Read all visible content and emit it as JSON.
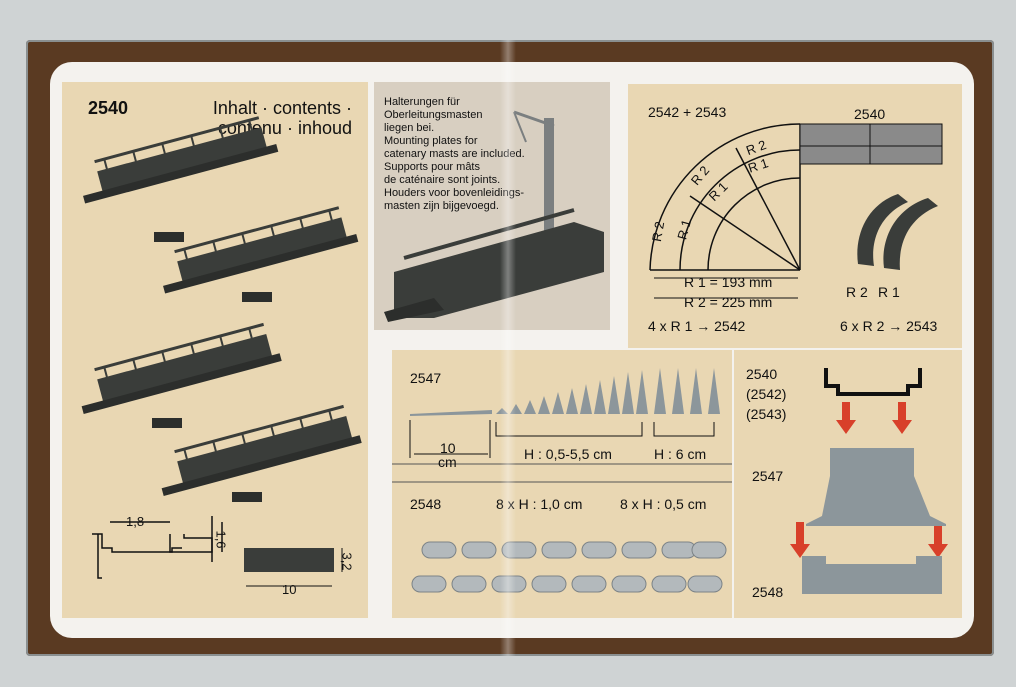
{
  "contents": {
    "code": "2540",
    "line1": "Inhalt · contents ·",
    "line2": "contenu · inhoud"
  },
  "photo_note": [
    "Halterungen für",
    "Oberleitungsmasten",
    "liegen bei.",
    "Mounting plates for",
    "catenary masts are included.",
    "Supports pour mâts",
    "de caténaire sont joints.",
    "Houders voor bovenleidings-",
    "masten zijn bijgevoegd."
  ],
  "profile_dims": {
    "width": "1,8",
    "height": "1,6",
    "length": "10",
    "thickness": "3,2"
  },
  "curve": {
    "heading": "2542 + 2543",
    "straight_code": "2540",
    "r2": "R 2",
    "r1": "R 1",
    "r1_mm": "R 1 = 193 mm",
    "r2_mm": "R 2 = 225 mm",
    "r1_kit": "4 x R 1 → 2542",
    "r2_kit": "6 x R 2 → 2543",
    "photo_r2": "R 2",
    "photo_r1": "R 1"
  },
  "piers": {
    "code_2547": "2547",
    "len": "10",
    "len_unit": "cm",
    "h_range": "H : 0,5-5,5 cm",
    "h_fixed": "H : 6 cm",
    "code_2548": "2548",
    "set_a": "8 x H : 1,0 cm",
    "set_b": "8 x H : 0,5 cm"
  },
  "stack": {
    "c1": "2540",
    "c2": "(2542)",
    "c3": "(2543)",
    "c4": "2547",
    "c5": "2548"
  },
  "colors": {
    "carton": "#5a3a22",
    "panel": "#e9d7b3",
    "plastic": "#3a3d3a",
    "pier": "#8c969b",
    "arrow": "#d8402a"
  }
}
